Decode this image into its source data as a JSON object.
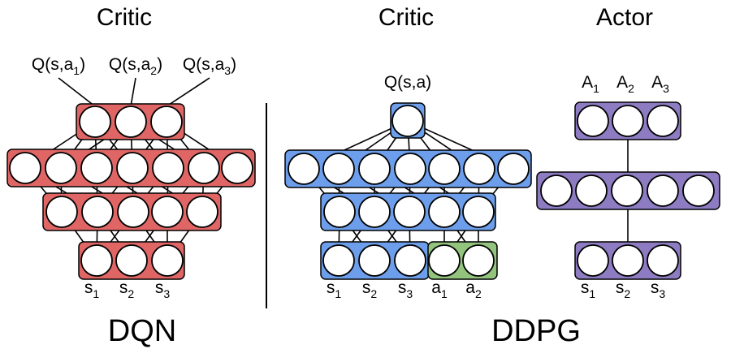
{
  "titles": {
    "dqn_critic": "Critic",
    "ddpg_critic": "Critic",
    "ddpg_actor": "Actor",
    "dqn": "DQN",
    "ddpg": "DDPG"
  },
  "colors": {
    "dqn_layer": "#e06666",
    "ddpg_critic_layer": "#6d9eeb",
    "ddpg_action_layer": "#93c47d",
    "actor_layer": "#8e7cc3",
    "node_fill": "#ffffff",
    "stroke": "#000000"
  },
  "dqn": {
    "outputs": [
      {
        "base": "Q(s,a",
        "sub": "1",
        "close": ")"
      },
      {
        "base": "Q(s,a",
        "sub": "2",
        "close": ")"
      },
      {
        "base": "Q(s,a",
        "sub": "3",
        "close": ")"
      }
    ],
    "inputs": [
      {
        "base": "s",
        "sub": "1"
      },
      {
        "base": "s",
        "sub": "2"
      },
      {
        "base": "s",
        "sub": "3"
      }
    ],
    "layer_sizes": [
      3,
      5,
      7,
      3
    ]
  },
  "ddpg_critic": {
    "output": {
      "base": "Q(s,a)"
    },
    "state_inputs": [
      {
        "base": "s",
        "sub": "1"
      },
      {
        "base": "s",
        "sub": "2"
      },
      {
        "base": "s",
        "sub": "3"
      }
    ],
    "action_inputs": [
      {
        "base": "a",
        "sub": "1"
      },
      {
        "base": "a",
        "sub": "2"
      }
    ],
    "layer_sizes": [
      5,
      5,
      7,
      1
    ]
  },
  "ddpg_actor": {
    "outputs": [
      {
        "base": "A",
        "sub": "1"
      },
      {
        "base": "A",
        "sub": "2"
      },
      {
        "base": "A",
        "sub": "3"
      }
    ],
    "inputs": [
      {
        "base": "s",
        "sub": "1"
      },
      {
        "base": "s",
        "sub": "2"
      },
      {
        "base": "s",
        "sub": "3"
      }
    ],
    "layer_sizes": [
      3,
      5,
      3
    ]
  }
}
